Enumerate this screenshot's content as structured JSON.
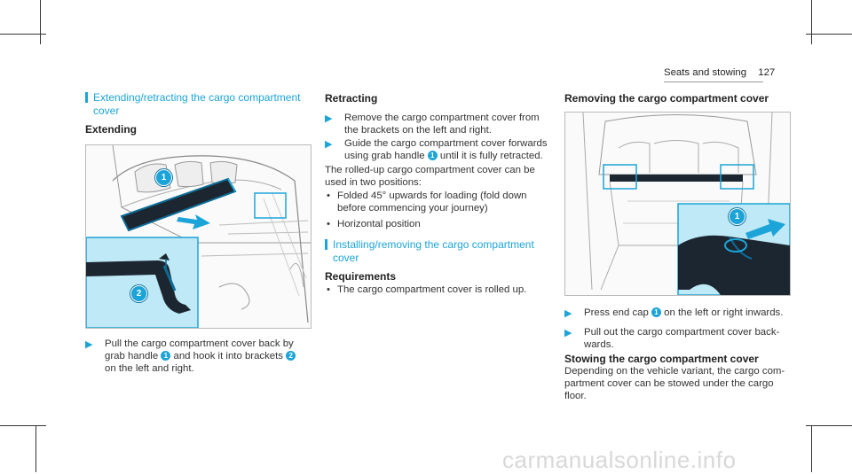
{
  "header": {
    "section": "Seats and stowing",
    "page": "127"
  },
  "col1": {
    "title": "Extending/retracting the cargo compartment cover",
    "title_line1": "Extending/retracting the cargo compartment",
    "title_line2": "cover",
    "subhead": "Extending",
    "step1": {
      "line1": "Pull the cargo compartment cover back by",
      "line2a": "grab handle",
      "callout1": "1",
      "line2b": "and hook it into brackets",
      "callout2": "2",
      "line3": "on the left and right."
    }
  },
  "col2": {
    "subhead_retract": "Retracting",
    "step1_l1": "Remove the cargo compartment cover from",
    "step1_l2": "the brackets on the left and right.",
    "step2_l1": "Guide the cargo compartment cover forwards",
    "step2_l2a": "using grab handle",
    "step2_callout": "1",
    "step2_l2b": "until it is fully retracted.",
    "para_l1": "The rolled-up cargo compartment cover can be",
    "para_l2": "used in two positions:",
    "bullet1_l1": "Folded 45° upwards for loading (fold down",
    "bullet1_l2": "before commencing your journey)",
    "bullet2": "Horizontal position",
    "title2_line1": "Installing/removing the cargo compartment",
    "title2_line2": "cover",
    "subhead_req": "Requirements",
    "req_bullet": "The cargo compartment cover is rolled up."
  },
  "col3": {
    "subhead_remove": "Removing the cargo compartment cover",
    "step1a": "Press end cap",
    "step1_callout": "1",
    "step1b": "on the left or right inwards.",
    "step2_l1": "Pull out the cargo compartment cover back-",
    "step2_l2": "wards.",
    "subhead_stow": "Stowing the cargo compartment cover",
    "para_l1": "Depending on the vehicle variant, the cargo com-",
    "para_l2": "partment cover can be stowed under the cargo",
    "para_l3": "floor."
  },
  "figures": {
    "fig1_callout1": "1",
    "fig1_callout2": "2",
    "fig2_callout1": "1"
  },
  "watermark": "carmanualsonline.info",
  "bullet_char": "•",
  "step_char": "▶",
  "colors": {
    "accent": "#1ca4d8",
    "highlight_fill": "#bfe9f7"
  }
}
